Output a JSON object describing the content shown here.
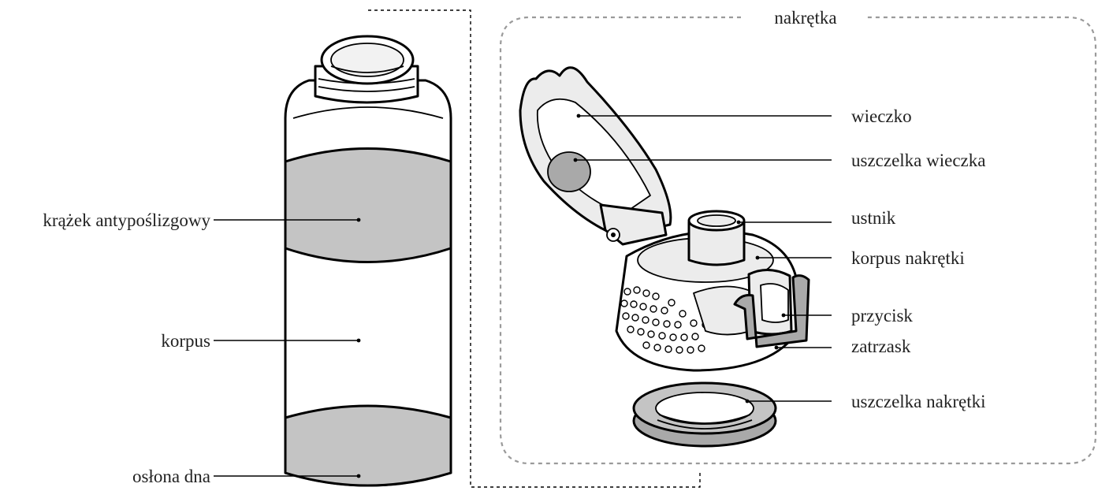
{
  "labels": {
    "anti_slip_ring": "krążek antypoślizgowy",
    "body": "korpus",
    "bottom_cover": "osłona dna",
    "cap": "nakrętka",
    "lid": "wieczko",
    "lid_seal": "uszczelka wieczka",
    "mouthpiece": "ustnik",
    "cap_body": "korpus nakrętki",
    "button": "przycisk",
    "latch": "zatrzask",
    "cap_seal": "uszczelka nakrętki"
  },
  "colors": {
    "outline": "#000000",
    "sleeve_gray": "#c4c4c4",
    "light_gray": "#ececec",
    "mid_gray": "#a9a9a9",
    "frame_dash": "#9a9a9a",
    "text": "#222222"
  }
}
